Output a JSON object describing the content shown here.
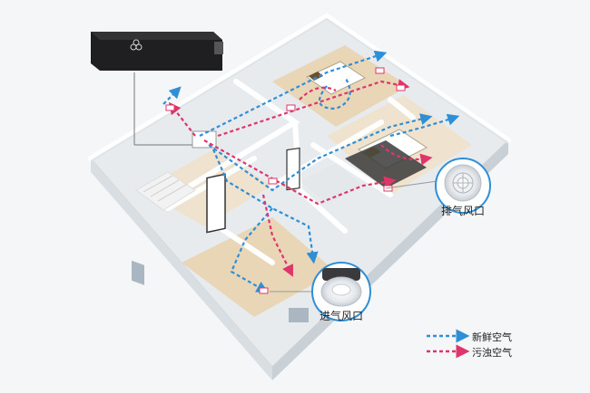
{
  "callouts": {
    "exhaust_vent_label": "排气风口",
    "intake_vent_label": "进气风口"
  },
  "legend": {
    "fresh_air_label": "新鲜空气",
    "fresh_air_color": "#2f8fd6",
    "stale_air_label": "污浊空气",
    "stale_air_color": "#e0356a"
  },
  "colors": {
    "background": "#f4f6f8",
    "wall_top": "#ffffff",
    "wall_side": "#dfe4e8",
    "floor_wood": "#e9d6b6",
    "floor_light": "#efe3cf",
    "unit_body": "#1f1f21"
  }
}
